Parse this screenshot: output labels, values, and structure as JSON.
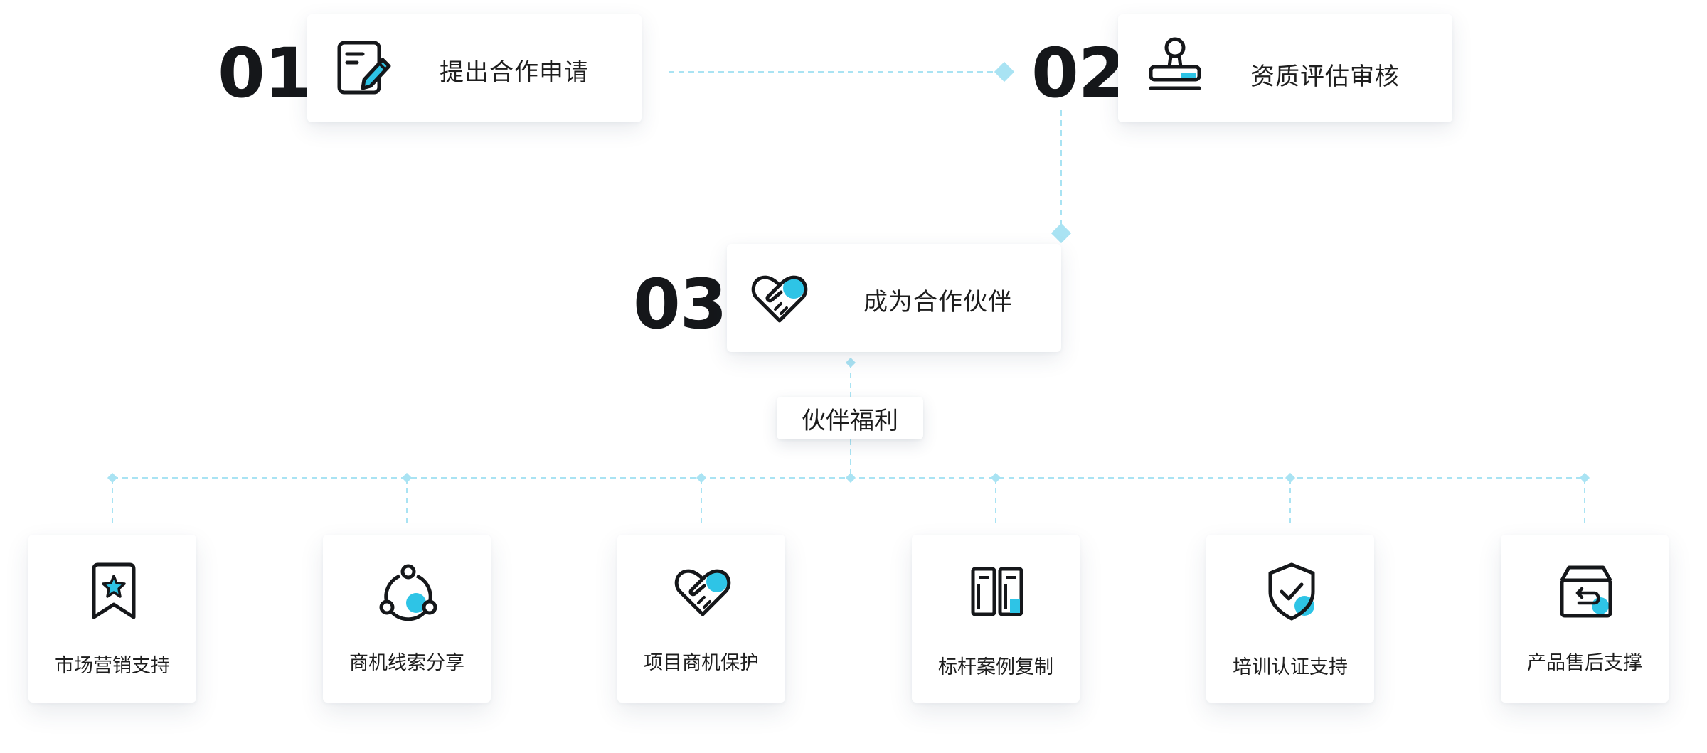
{
  "colors": {
    "accent": "#2ec4e6",
    "line": "#a9e3f3",
    "text": "#1c1c1c"
  },
  "steps": [
    {
      "num": "01",
      "label": "提出合作申请",
      "icon": "edit-document-icon"
    },
    {
      "num": "02",
      "label": "资质评估审核",
      "icon": "stamp-icon"
    },
    {
      "num": "03",
      "label": "成为合作伙伴",
      "icon": "handshake-heart-icon"
    }
  ],
  "benefits_title": "伙伴福利",
  "benefits": [
    {
      "label": "市场营销支持",
      "icon": "bookmark-star-icon"
    },
    {
      "label": "商机线索分享",
      "icon": "share-nodes-icon"
    },
    {
      "label": "项目商机保护",
      "icon": "handshake-heart-icon"
    },
    {
      "label": "标杆案例复制",
      "icon": "copy-columns-icon"
    },
    {
      "label": "培训认证支持",
      "icon": "shield-check-icon"
    },
    {
      "label": "产品售后支撑",
      "icon": "return-box-icon"
    }
  ]
}
